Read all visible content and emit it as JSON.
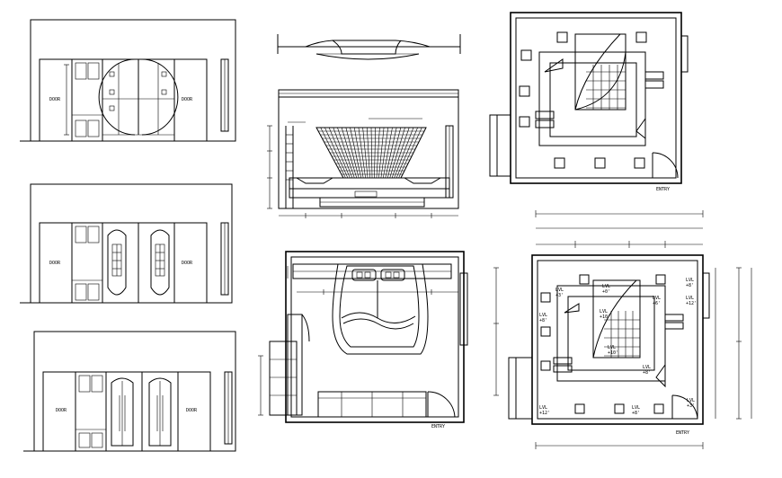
{
  "labels": {
    "door": "DOOR",
    "entry": "ENTRY",
    "lvl": "LVL",
    "lvl_values": [
      "+0'",
      "+10'",
      "+6'",
      "+8'",
      "+12'",
      "+3'"
    ]
  }
}
